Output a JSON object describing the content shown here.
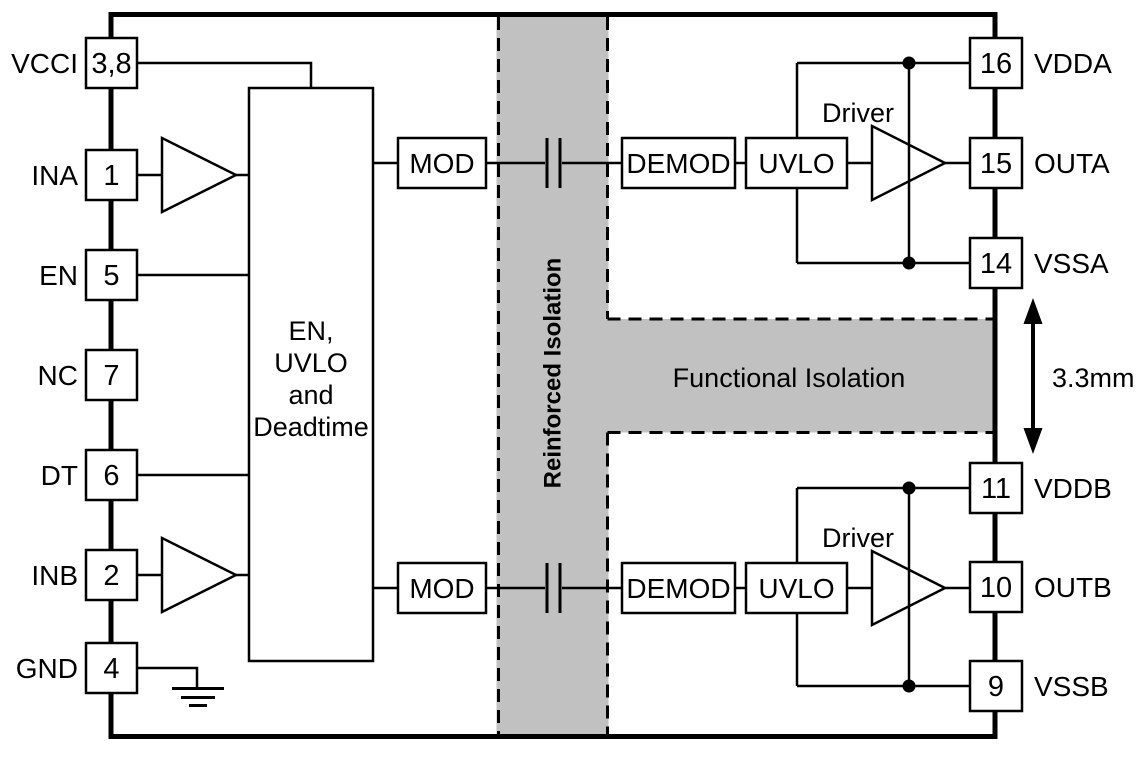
{
  "pins": {
    "left": [
      {
        "label": "VCCI",
        "number": "3,8"
      },
      {
        "label": "INA",
        "number": "1"
      },
      {
        "label": "EN",
        "number": "5"
      },
      {
        "label": "NC",
        "number": "7"
      },
      {
        "label": "DT",
        "number": "6"
      },
      {
        "label": "INB",
        "number": "2"
      },
      {
        "label": "GND",
        "number": "4"
      }
    ],
    "right": [
      {
        "number": "16",
        "label": "VDDA"
      },
      {
        "number": "15",
        "label": "OUTA"
      },
      {
        "number": "14",
        "label": "VSSA"
      },
      {
        "number": "11",
        "label": "VDDB"
      },
      {
        "number": "10",
        "label": "OUTB"
      },
      {
        "number": "9",
        "label": "VSSB"
      }
    ]
  },
  "blocks": {
    "control_lines": [
      "EN,",
      "UVLO",
      "and",
      "Deadtime"
    ],
    "mod": "MOD",
    "demod": "DEMOD",
    "uvlo": "UVLO",
    "driver": "Driver"
  },
  "isolation": {
    "reinforced_label": "Reinforced Isolation",
    "functional_label": "Functional Isolation",
    "distance_label": "3.3mm"
  },
  "colors": {
    "band": "#c1c1c1",
    "line": "#000000",
    "background": "#ffffff"
  }
}
